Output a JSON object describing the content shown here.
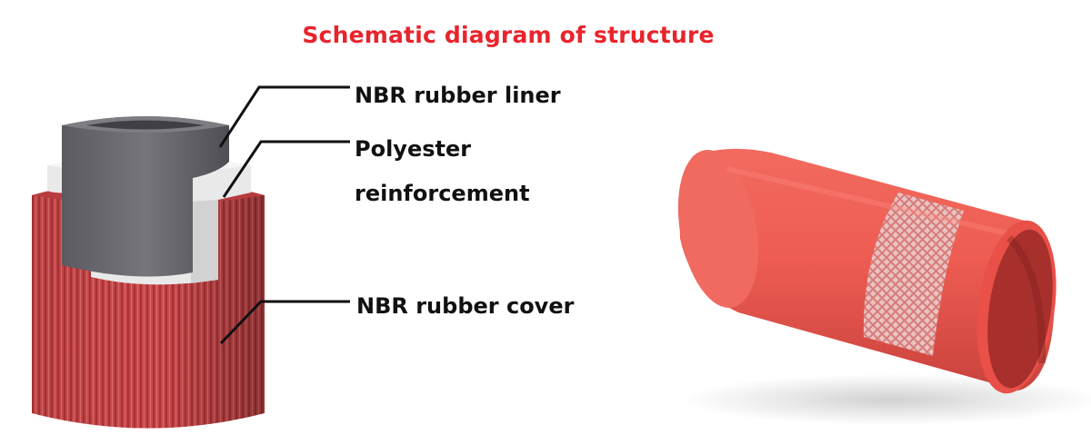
{
  "diagram": {
    "title": "Schematic diagram of structure",
    "title_color": "#e8242c",
    "labels": {
      "liner": "NBR rubber liner",
      "reinforcement_line1": "Polyester",
      "reinforcement_line2": "reinforcement",
      "cover": "NBR rubber cover"
    },
    "layer_colors": {
      "liner": "#6a6a70",
      "reinforcement": "#e9e9e9",
      "cover": "#c9474a"
    },
    "hose_color": "#ef5a52"
  }
}
